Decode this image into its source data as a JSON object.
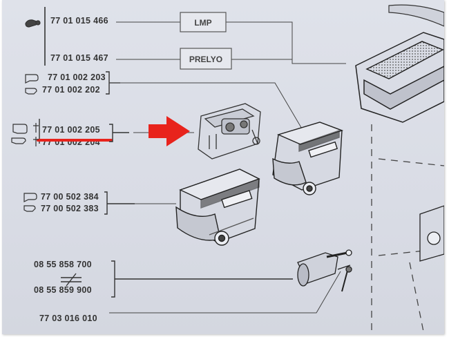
{
  "parts": [
    {
      "number": "77 01 015 466",
      "hand": "left"
    },
    {
      "number": "77 01 015 467",
      "hand": ""
    },
    {
      "number": "77 01 002 203",
      "hand": "left"
    },
    {
      "number": "77 01 002 202",
      "hand": "right"
    },
    {
      "number": "77 01 002 205",
      "hand": "left"
    },
    {
      "number": "77 01 002 204",
      "hand": "right"
    },
    {
      "number": "77 00 502 384",
      "hand": "left"
    },
    {
      "number": "77 00 502 383",
      "hand": "right"
    },
    {
      "number": "08 55 858 700",
      "hand": ""
    },
    {
      "number": "08 55 859 900",
      "hand": ""
    },
    {
      "number": "77 03 016 010",
      "hand": ""
    }
  ],
  "labels": {
    "box_1": "LMP",
    "box_2": "PRELYO"
  },
  "highlight": {
    "arrow_color": "#e8231c",
    "underline_color": "#e8231c"
  },
  "icons": [
    "pointing-hand-left-icon",
    "pointing-hand-right-icon",
    "hand-with-object-icon",
    "dagger-icon",
    "not-equal-icon"
  ]
}
